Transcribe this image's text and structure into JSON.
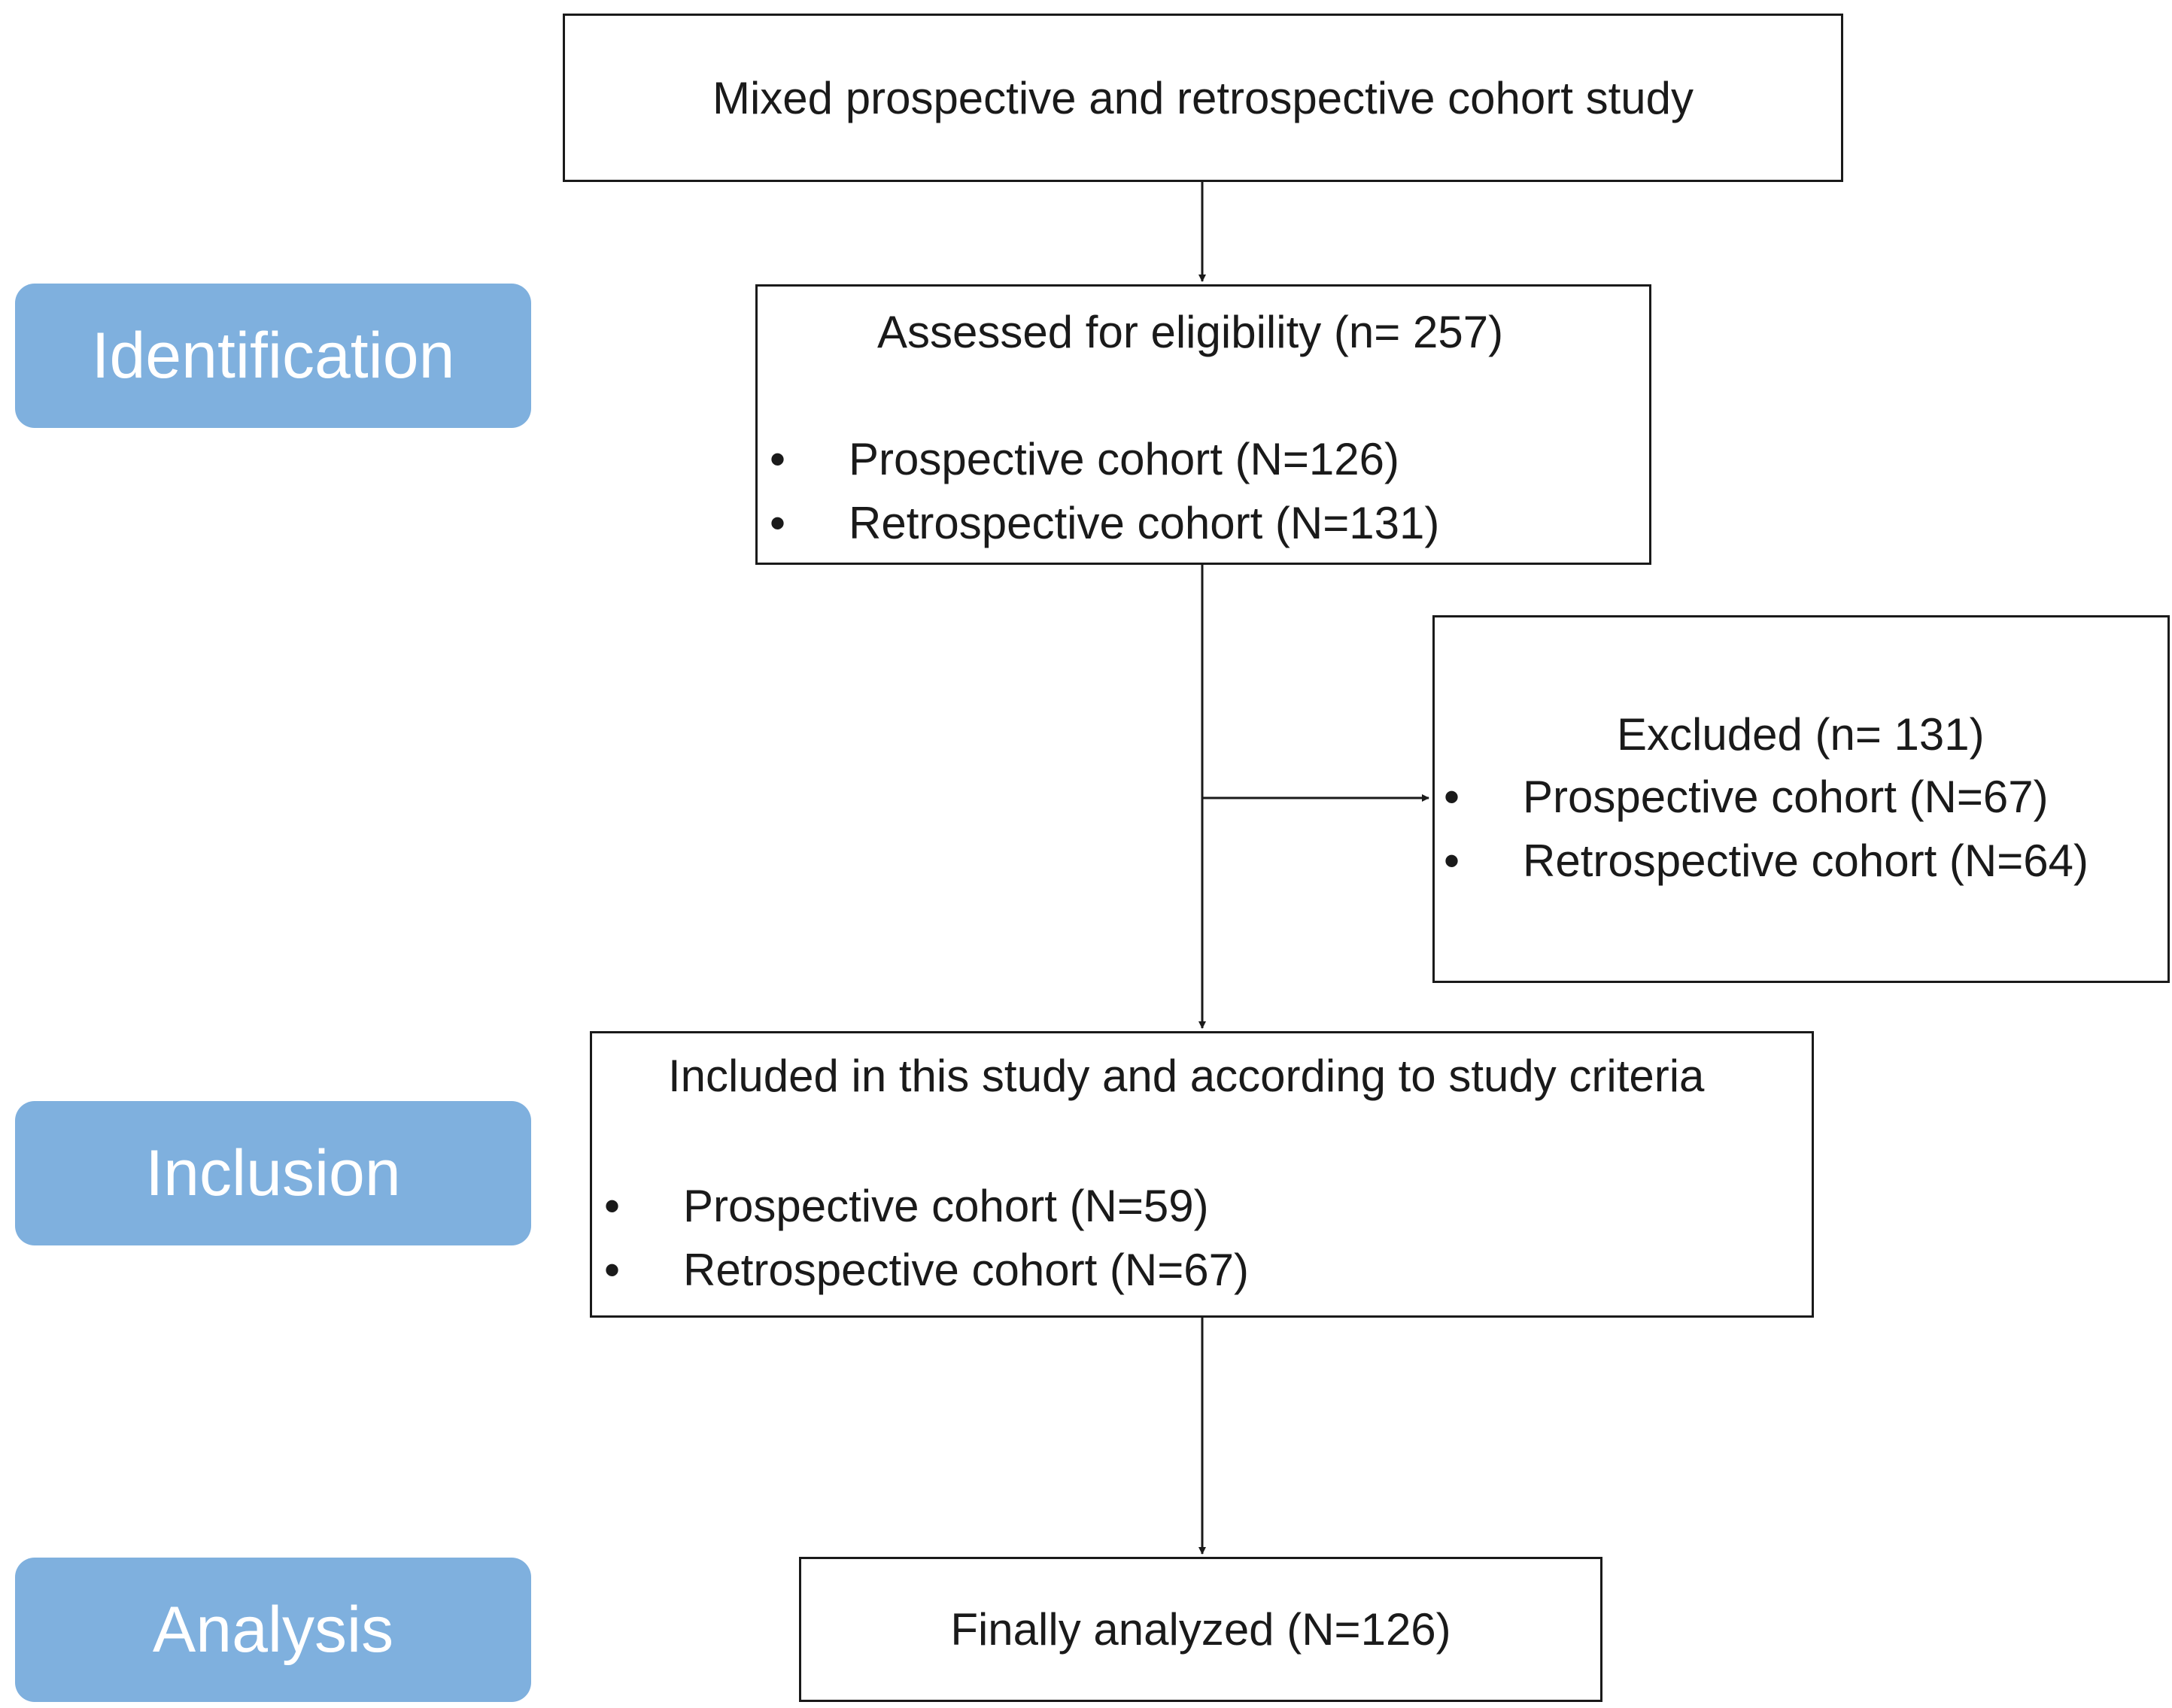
{
  "stages": {
    "identification": "Identification",
    "inclusion": "Inclusion",
    "analysis": "Analysis"
  },
  "boxes": {
    "study": {
      "title": "Mixed prospective and retrospective cohort study"
    },
    "eligibility": {
      "title": "Assessed  for eligibility (n= 257)",
      "items": [
        "Prospective cohort (N=126)",
        "Retrospective cohort (N=131)"
      ]
    },
    "excluded": {
      "title": "Excluded (n= 131)",
      "items": [
        "Prospective cohort (N=67)",
        "Retrospective cohort (N=64)"
      ]
    },
    "included": {
      "title": "Included in this study and according to study criteria",
      "items": [
        "Prospective cohort (N=59)",
        "Retrospective cohort (N=67)"
      ]
    },
    "analyzed": {
      "title": "Finally analyzed (N=126)"
    }
  },
  "colors": {
    "stage_fill": "#7fb0de",
    "stage_text": "#ffffff",
    "border": "#1a1a1a"
  }
}
